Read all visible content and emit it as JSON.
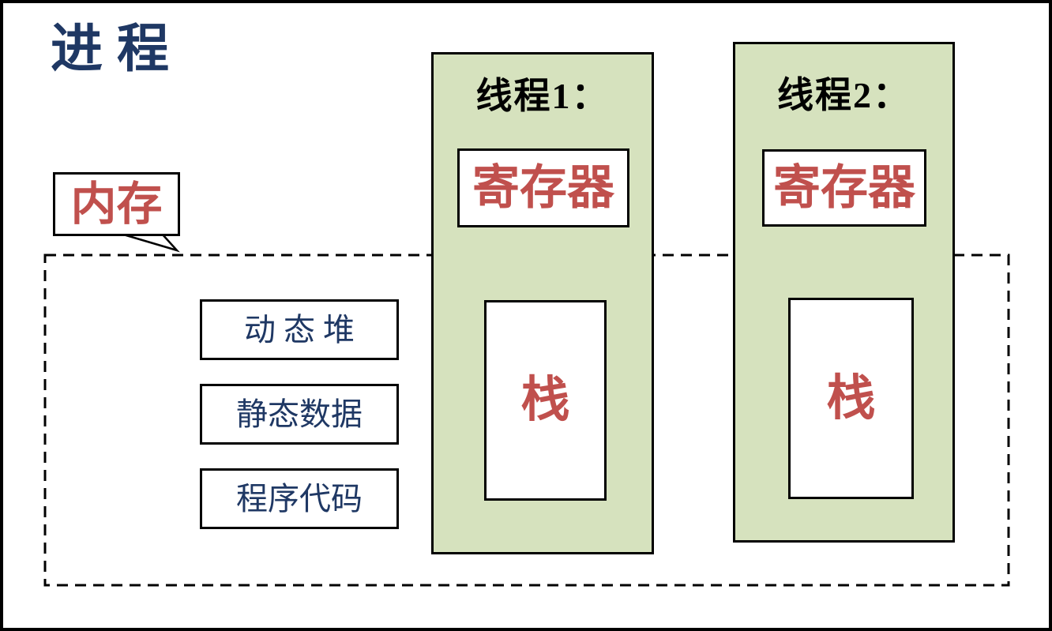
{
  "title": "进程",
  "memory_callout": {
    "label": "内存"
  },
  "memory_region": {
    "boxes": [
      {
        "label": "动 态 堆"
      },
      {
        "label": "静态数据"
      },
      {
        "label": "程序代码"
      }
    ]
  },
  "threads": [
    {
      "header": "线程1：",
      "register_label": "寄存器",
      "stack_label": "栈"
    },
    {
      "header": "线程2：",
      "register_label": "寄存器",
      "stack_label": "栈"
    }
  ],
  "colors": {
    "panel_green": "#D6E2BE",
    "accent_red": "#C0504D",
    "text_navy": "#1F3864",
    "border_black": "#000000",
    "background_white": "#FFFFFF"
  }
}
